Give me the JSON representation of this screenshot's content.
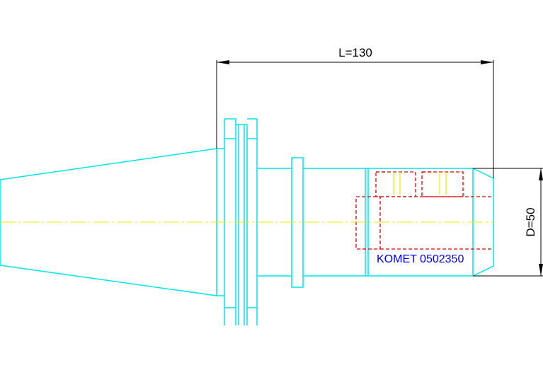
{
  "drawing": {
    "length_label": "L=130",
    "diameter_label": "D=50",
    "part_label": "KOMET 0502350"
  },
  "colors": {
    "outline": "#00e5ee",
    "centerline": "#e8e800",
    "hidden": "#e00000",
    "dimension": "#000000",
    "part_label": "#0000ee"
  }
}
